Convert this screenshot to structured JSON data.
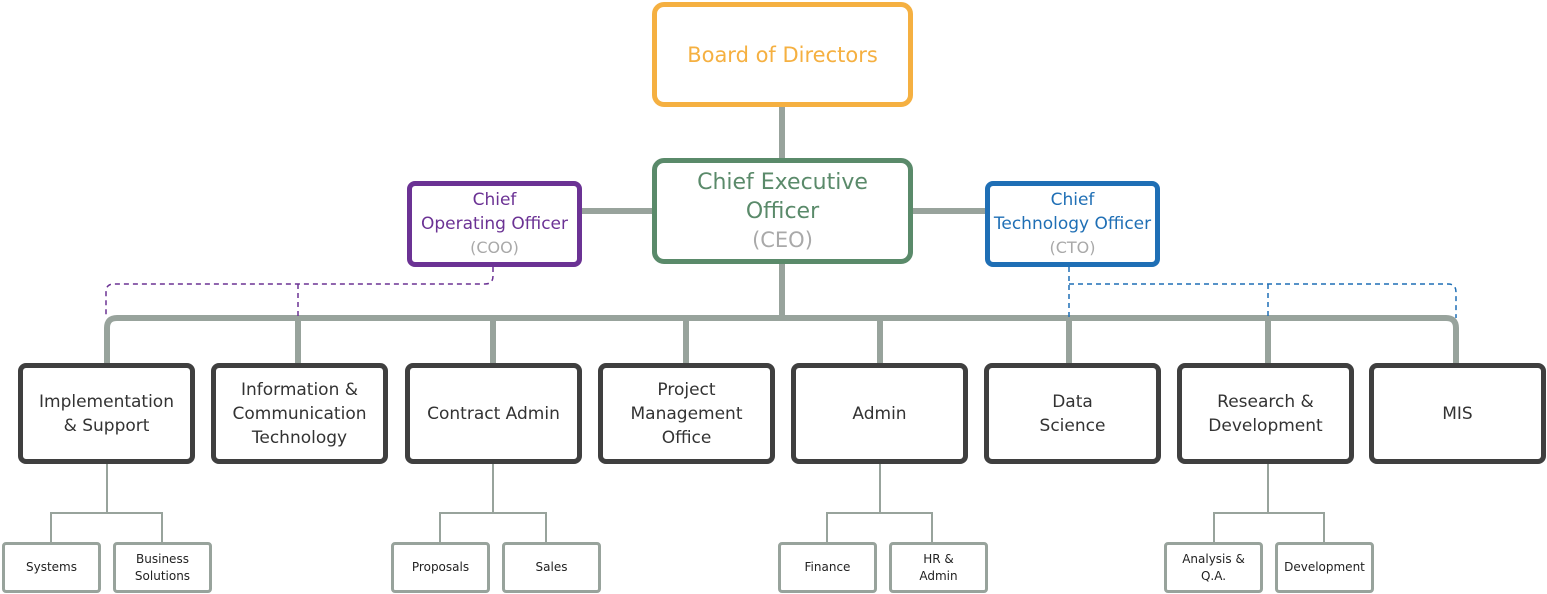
{
  "colors": {
    "board": "#f5b041",
    "ceo": "#5a8a6a",
    "coo": "#6b3294",
    "cto": "#1f6fb5",
    "department": "#3f3f3f",
    "connector": "#98a39c",
    "abbreviation": "#a9a9a9"
  },
  "board": {
    "title": "Board of Directors"
  },
  "ceo": {
    "title": "Chief Executive Officer",
    "abbr": "(CEO)"
  },
  "coo": {
    "title": "Chief\nOperating Officer",
    "abbr": "(COO)"
  },
  "cto": {
    "title": "Chief\nTechnology Officer",
    "abbr": "(CTO)"
  },
  "departments": [
    {
      "label": "Implementation\n& Support"
    },
    {
      "label": "Information &\nCommunication\nTechnology"
    },
    {
      "label": "Contract Admin"
    },
    {
      "label": "Project\nManagement\nOffice"
    },
    {
      "label": "Admin"
    },
    {
      "label": "Data\nScience"
    },
    {
      "label": "Research &\nDevelopment"
    },
    {
      "label": "MIS"
    }
  ],
  "sub_units": {
    "implementation": [
      "Systems",
      "Business\nSolutions"
    ],
    "contract_admin": [
      "Proposals",
      "Sales"
    ],
    "admin": [
      "Finance",
      "HR &\nAdmin"
    ],
    "research": [
      "Analysis &\nQ.A.",
      "Development"
    ]
  }
}
